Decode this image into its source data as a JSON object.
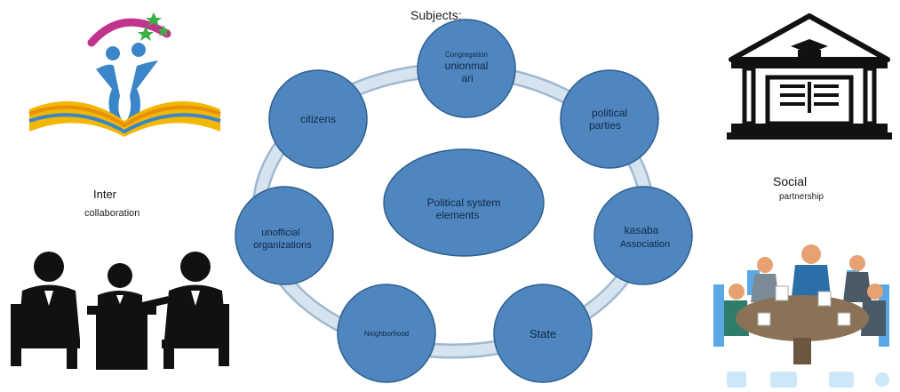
{
  "diagram": {
    "title": "Subjects:",
    "center": {
      "line1": "Political system",
      "line2": "elements"
    },
    "nodes": [
      {
        "id": "congregation",
        "small": "Congregation",
        "line1": "unionmal",
        "line2": "ari"
      },
      {
        "id": "political-parties",
        "line1": "political",
        "line2": "parties"
      },
      {
        "id": "kasaba",
        "line1": "kasaba",
        "line2": "Association"
      },
      {
        "id": "state",
        "line1": "State"
      },
      {
        "id": "neighborhood",
        "line1": "Neighborhood"
      },
      {
        "id": "unofficial",
        "line1": "unofficial",
        "line2": "organizations"
      },
      {
        "id": "citizens",
        "line1": "citizens"
      }
    ]
  },
  "left_label": {
    "title": "Inter",
    "subtitle": "collaboration"
  },
  "right_label": {
    "title": "Social",
    "subtitle": "partnership"
  },
  "colors": {
    "node_fill": "#4f86c0",
    "node_stroke": "#2e5f8f",
    "ring": "#c5d8e8",
    "ring_edge": "#9fb9d0",
    "star": "#3cb043",
    "book_gold": "#f2b705",
    "book_blue": "#3a86c8"
  },
  "icons": [
    "education-logo-icon",
    "school-building-icon",
    "meeting-people-icon",
    "conference-table-icon"
  ]
}
